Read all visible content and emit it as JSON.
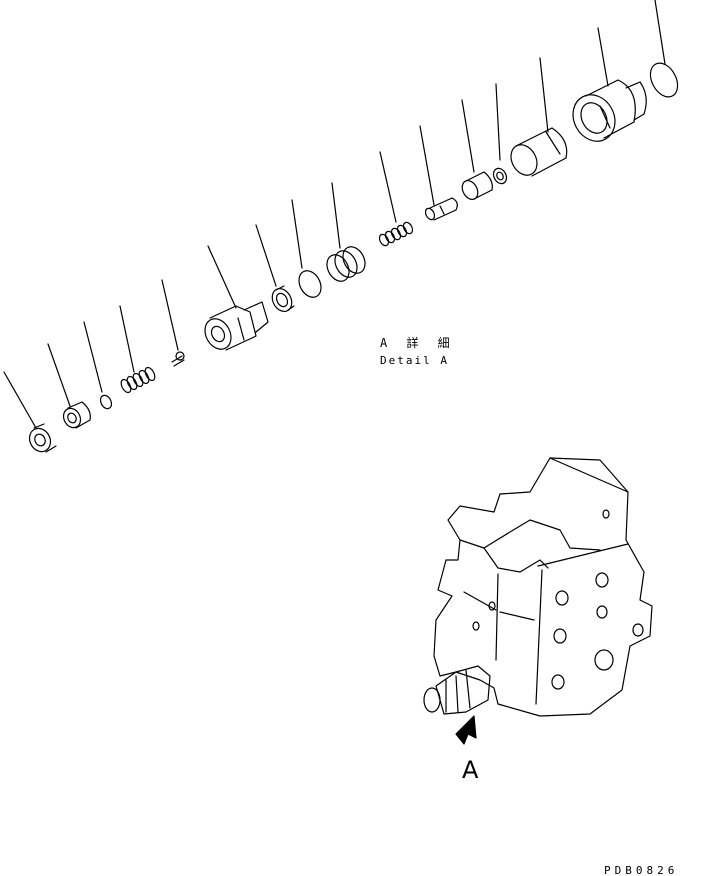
{
  "detail_label_jp": "A 詳 細",
  "detail_label_en": "Detail A",
  "view_marker_label": "A",
  "drawing_code": "PDB0826",
  "colors": {
    "line": "#000000",
    "background": "#ffffff"
  }
}
